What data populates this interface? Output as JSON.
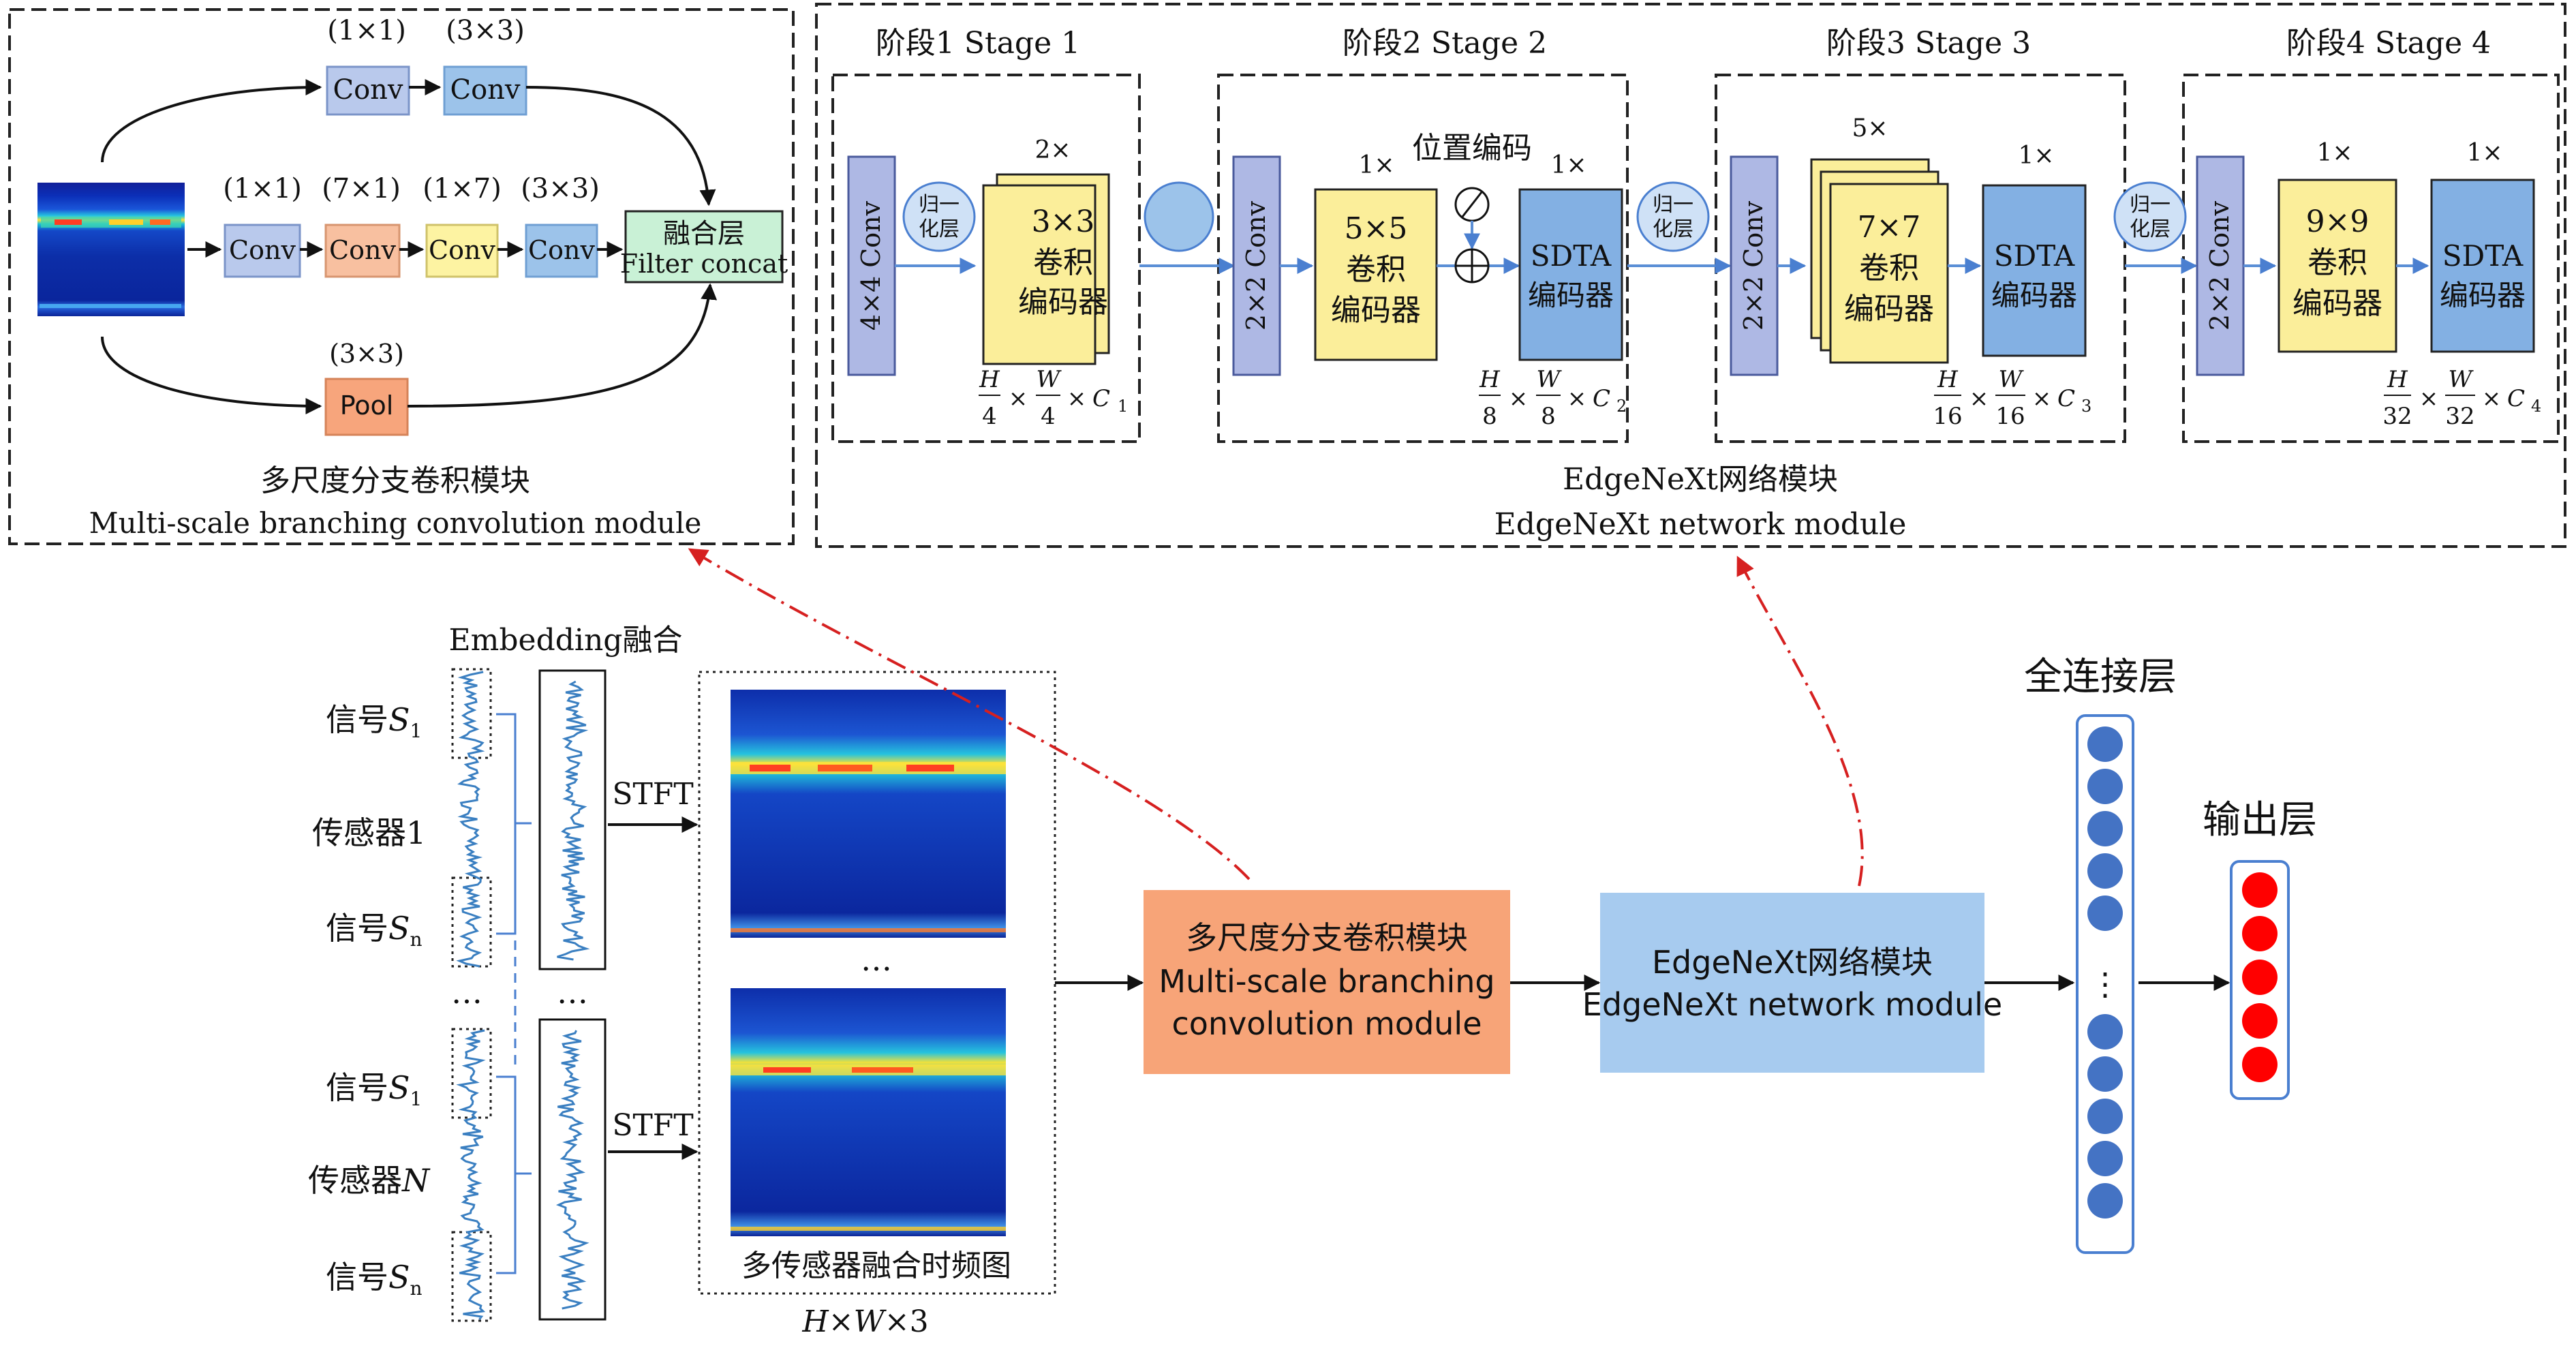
{
  "colors": {
    "conv_blue": "#b9c9ec",
    "conv_orange": "#f8c0a0",
    "conv_yellow": "#fdf3a2",
    "conv_sky": "#9cc3ea",
    "concat_green": "#c9f1d6",
    "pool_orange": "#f7a57c",
    "stage_conv": "#aeb8e4",
    "encoder_yellow": "#fbee9a",
    "sdta_blue": "#83b0e3",
    "norm_blue": "#cfe1f6",
    "msbc_box": "#f7a478",
    "edgenext_box": "#a7cbef",
    "fc_neuron": "#4473c4",
    "out_neuron": "#ff0000",
    "chain_arrow": "#d62020"
  },
  "msbc": {
    "branch1_k1": "(1×1)",
    "branch1_k2": "(3×3)",
    "branch2_k1": "(1×1)",
    "branch2_k2": "(7×1)",
    "branch2_k3": "(1×7)",
    "branch2_k4": "(3×3)",
    "conv": "Conv",
    "concat_cn": "融合层",
    "concat_en": "Filter concat",
    "pool_k": "(3×3)",
    "pool": "Pool",
    "title_cn": "多尺度分支卷积模块",
    "title_en": "Multi-scale branching convolution module"
  },
  "edgenext": {
    "norm_l1": "归一",
    "norm_l2": "化层",
    "stage1": {
      "title": "阶段1  Stage 1",
      "conv": "4×4 Conv",
      "mult": "2×",
      "enc_l1": "3×3",
      "enc_l2": "卷积",
      "enc_l3": "编码器",
      "dim_h": "H",
      "dim_hd": "4",
      "dim_w": "W",
      "dim_wd": "4",
      "dim_c": "C",
      "dim_cs": "1"
    },
    "stage2": {
      "title": "阶段2  Stage 2",
      "conv": "2×2 Conv",
      "mult": "1×",
      "enc_l1": "5×5",
      "enc_l2": "卷积",
      "enc_l3": "编码器",
      "pos": "位置编码",
      "sdta_mult": "1×",
      "sdta_l1": "SDTA",
      "sdta_l2": "编码器",
      "dim_h": "H",
      "dim_hd": "8",
      "dim_w": "W",
      "dim_wd": "8",
      "dim_c": "C",
      "dim_cs": "2"
    },
    "stage3": {
      "title": "阶段3  Stage 3",
      "conv": "2×2 Conv",
      "mult": "5×",
      "enc_l1": "7×7",
      "enc_l2": "卷积",
      "enc_l3": "编码器",
      "sdta_mult": "1×",
      "sdta_l1": "SDTA",
      "sdta_l2": "编码器",
      "dim_h": "H",
      "dim_hd": "16",
      "dim_w": "W",
      "dim_wd": "16",
      "dim_c": "C",
      "dim_cs": "3"
    },
    "stage4": {
      "title": "阶段4  Stage 4",
      "conv": "2×2 Conv",
      "mult": "1×",
      "enc_l1": "9×9",
      "enc_l2": "卷积",
      "enc_l3": "编码器",
      "sdta_mult": "1×",
      "sdta_l1": "SDTA",
      "sdta_l2": "编码器",
      "dim_h": "H",
      "dim_hd": "32",
      "dim_w": "W",
      "dim_wd": "32",
      "dim_c": "C",
      "dim_cs": "4"
    },
    "times": "×",
    "title_cn": "EdgeNeXt网络模块",
    "title_en": "EdgeNeXt network module"
  },
  "pipeline": {
    "embedding": "Embedding融合",
    "sig_prefix": "信号",
    "sig_var": "S",
    "sub1": "1",
    "subn": "n",
    "sensor1": "传感器1",
    "sensorN_prefix": "传感器",
    "sensorN_var": "N",
    "ellipsis": "…",
    "stft": "STFT",
    "tf_caption": "多传感器融合时频图",
    "size_h": "H",
    "size_x1": "×",
    "size_w": "W",
    "size_x2": "×3",
    "msbc_cn": "多尺度分支卷积模块",
    "msbc_en1": "Multi-scale branching",
    "msbc_en2": "convolution module",
    "edge_cn": "EdgeNeXt网络模块",
    "edge_en": "EdgeNeXt network module",
    "fc_label": "全连接层",
    "out_label": "输出层",
    "vdots": "⋮"
  }
}
